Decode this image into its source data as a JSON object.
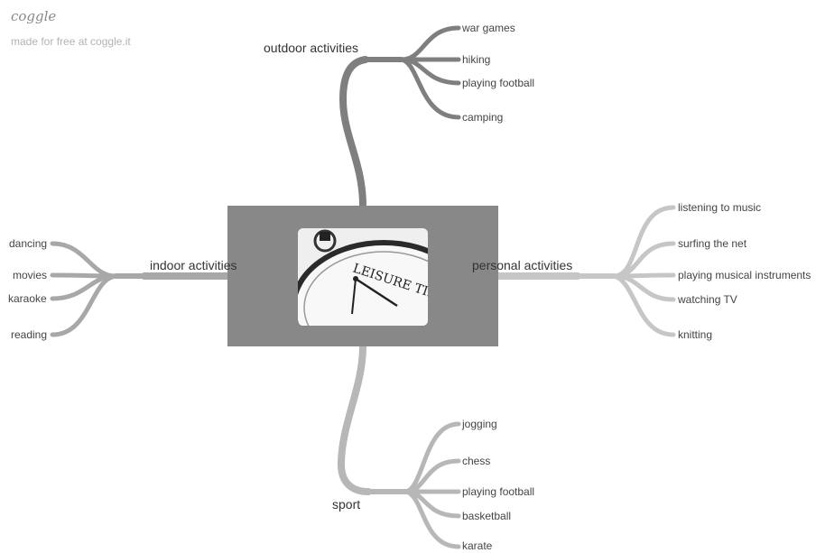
{
  "brand": {
    "logo": "coggle",
    "subtitle": "made for free at coggle.it"
  },
  "center": {
    "image_alt": "pocket watch",
    "image_text": "LEISURE TIME"
  },
  "branches": {
    "outdoor": {
      "label": "outdoor activities",
      "color": "#7f7f7f",
      "items": [
        "war games",
        "hiking",
        "playing football",
        "camping"
      ]
    },
    "indoor": {
      "label": "indoor activities",
      "color": "#a8a8a8",
      "items": [
        "dancing",
        "movies",
        "karaoke",
        "reading"
      ]
    },
    "personal": {
      "label": "personal activities",
      "color": "#c6c6c6",
      "items": [
        "listening to music",
        "surfing the net",
        "playing musical instruments",
        "watching TV",
        "knitting"
      ]
    },
    "sport": {
      "label": "sport",
      "color": "#b7b7b7",
      "items": [
        "jogging",
        "chess",
        "playing football",
        "basketball",
        "karate"
      ]
    }
  }
}
